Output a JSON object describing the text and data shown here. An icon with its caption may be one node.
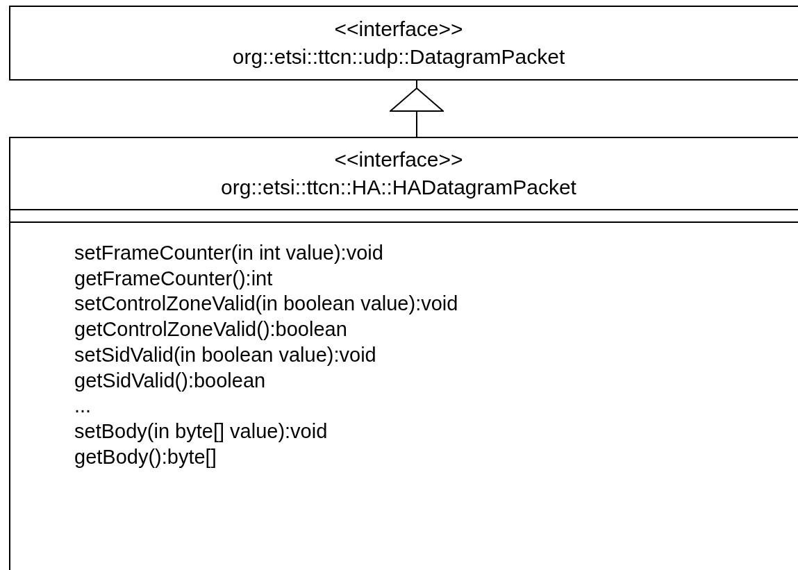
{
  "diagram": {
    "nodes": [
      {
        "text": [
          "<<interface>>",
          "org::etsi::ttcn::udp::DatagramPacket"
        ]
      },
      {
        "text": [
          "<<interface>>",
          "org::etsi::ttcn::HA::HADatagramPacket",
          "setFrameCounter(in int value):void",
          "getFrameCounter():int",
          "setControlZoneValid(in boolean value):void",
          "getControlZoneValid():boolean",
          "setSidValid(in boolean value):void",
          "getSidValid():boolean",
          "...",
          "setBody(in byte[] value):void",
          "getBody():byte[]"
        ]
      }
    ],
    "edges": [
      {
        "from": 1,
        "to": 0,
        "arrow": "to"
      }
    ]
  }
}
